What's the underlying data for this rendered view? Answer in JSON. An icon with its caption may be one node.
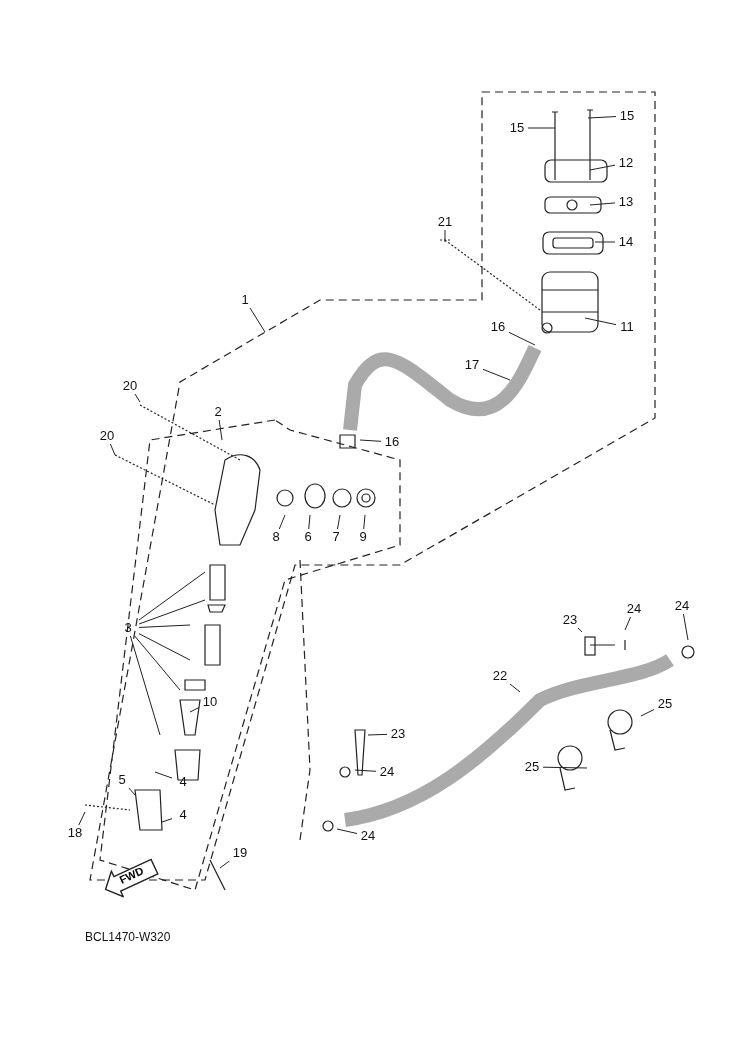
{
  "diagram": {
    "nodes": [
      {
        "text": [
          "15"
        ]
      },
      {
        "text": [
          "15"
        ]
      },
      {
        "text": [
          "12"
        ]
      },
      {
        "text": [
          "13"
        ]
      },
      {
        "text": [
          "21"
        ]
      },
      {
        "text": [
          "14"
        ]
      },
      {
        "text": [
          "1"
        ]
      },
      {
        "text": [
          "16"
        ]
      },
      {
        "text": [
          "11"
        ]
      },
      {
        "text": [
          "17"
        ]
      },
      {
        "text": [
          "20"
        ]
      },
      {
        "text": [
          "2"
        ]
      },
      {
        "text": [
          "20"
        ]
      },
      {
        "text": [
          "16"
        ]
      },
      {
        "text": [
          "8"
        ]
      },
      {
        "text": [
          "6"
        ]
      },
      {
        "text": [
          "7"
        ]
      },
      {
        "text": [
          "9"
        ]
      },
      {
        "text": [
          "24"
        ]
      },
      {
        "text": [
          "24"
        ]
      },
      {
        "text": [
          "23"
        ]
      },
      {
        "text": [
          "3"
        ]
      },
      {
        "text": [
          "22"
        ]
      },
      {
        "text": [
          "10"
        ]
      },
      {
        "text": [
          "25"
        ]
      },
      {
        "text": [
          "23"
        ]
      },
      {
        "text": [
          "25"
        ]
      },
      {
        "text": [
          "24"
        ]
      },
      {
        "text": [
          "5"
        ]
      },
      {
        "text": [
          "4"
        ]
      },
      {
        "text": [
          "4"
        ]
      },
      {
        "text": [
          "18"
        ]
      },
      {
        "text": [
          "24"
        ]
      },
      {
        "text": [
          "19"
        ]
      },
      {
        "text": [
          "FWD"
        ]
      }
    ],
    "edges": [
      {
        "from": 0,
        "to": null,
        "arrow": "none"
      },
      {
        "from": 1,
        "to": null,
        "arrow": "none"
      },
      {
        "from": 2,
        "to": null,
        "arrow": "none"
      },
      {
        "from": 3,
        "to": null,
        "arrow": "none"
      },
      {
        "from": 4,
        "to": null,
        "arrow": "none"
      },
      {
        "from": 5,
        "to": null,
        "arrow": "none"
      },
      {
        "from": 6,
        "to": null,
        "arrow": "none"
      },
      {
        "from": 7,
        "to": null,
        "arrow": "none"
      },
      {
        "from": 8,
        "to": null,
        "arrow": "none"
      },
      {
        "from": 9,
        "to": null,
        "arrow": "none"
      },
      {
        "from": 10,
        "to": null,
        "arrow": "none"
      },
      {
        "from": 11,
        "to": null,
        "arrow": "none"
      },
      {
        "from": 12,
        "to": null,
        "arrow": "none"
      },
      {
        "from": 13,
        "to": null,
        "arrow": "none"
      },
      {
        "from": 14,
        "to": null,
        "arrow": "none"
      },
      {
        "from": 15,
        "to": null,
        "arrow": "none"
      },
      {
        "from": 16,
        "to": null,
        "arrow": "none"
      },
      {
        "from": 17,
        "to": null,
        "arrow": "none"
      },
      {
        "from": 18,
        "to": null,
        "arrow": "none"
      },
      {
        "from": 19,
        "to": null,
        "arrow": "none"
      },
      {
        "from": 20,
        "to": null,
        "arrow": "none"
      },
      {
        "from": 21,
        "to": null,
        "arrow": "none"
      },
      {
        "from": 21,
        "to": null,
        "arrow": "none"
      },
      {
        "from": 21,
        "to": null,
        "arrow": "none"
      },
      {
        "from": 21,
        "to": null,
        "arrow": "none"
      },
      {
        "from": 21,
        "to": null,
        "arrow": "none"
      },
      {
        "from": 21,
        "to": null,
        "arrow": "none"
      },
      {
        "from": 22,
        "to": null,
        "arrow": "none"
      },
      {
        "from": 23,
        "to": null,
        "arrow": "none"
      },
      {
        "from": 24,
        "to": null,
        "arrow": "none"
      },
      {
        "from": 25,
        "to": null,
        "arrow": "none"
      },
      {
        "from": 26,
        "to": null,
        "arrow": "none"
      },
      {
        "from": 27,
        "to": null,
        "arrow": "none"
      },
      {
        "from": 28,
        "to": null,
        "arrow": "none"
      },
      {
        "from": 29,
        "to": null,
        "arrow": "none"
      },
      {
        "from": 30,
        "to": null,
        "arrow": "none"
      },
      {
        "from": 31,
        "to": null,
        "arrow": "none"
      },
      {
        "from": 32,
        "to": null,
        "arrow": "none"
      },
      {
        "from": 33,
        "to": null,
        "arrow": "none"
      }
    ],
    "labels": [
      "BCL1470-W320"
    ]
  }
}
